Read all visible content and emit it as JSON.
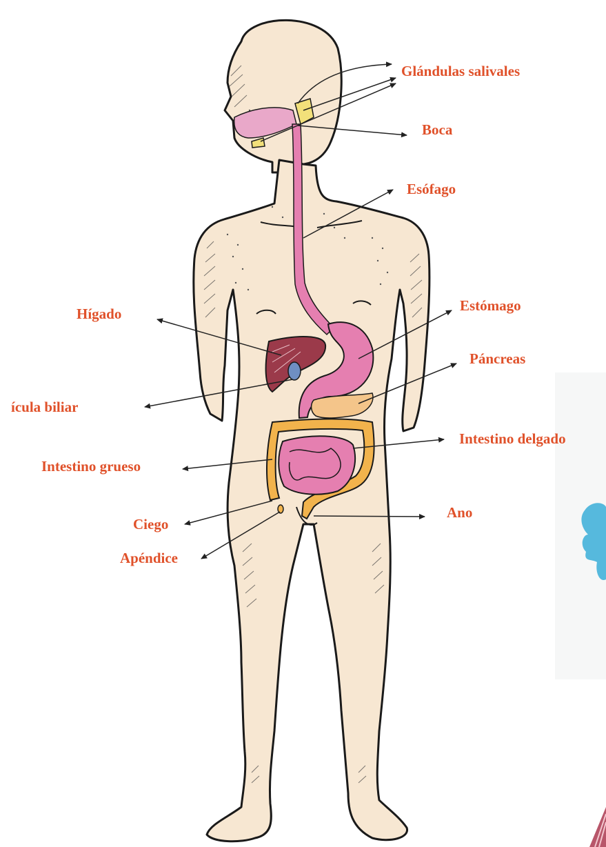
{
  "colors": {
    "label": "#e0512a",
    "skin": "#f7e7d2",
    "outline": "#1a1a1a",
    "digestive_pink": "#e57fb0",
    "liver": "#9b3a4a",
    "large_intestine": "#f2b34c",
    "pancreas": "#f4c58a",
    "salivary_gland": "#f2e07a",
    "gallbladder": "#6f8fc2",
    "arrow": "#222222"
  },
  "labels": [
    {
      "id": "glandulas-salivales",
      "text": "Glándulas salivales"
    },
    {
      "id": "boca",
      "text": "Boca"
    },
    {
      "id": "esofago",
      "text": "Esófago"
    },
    {
      "id": "estomago",
      "text": "Estómago"
    },
    {
      "id": "pancreas",
      "text": "Páncreas"
    },
    {
      "id": "intestino-delgado",
      "text": "Intestino delgado"
    },
    {
      "id": "ano",
      "text": "Ano"
    },
    {
      "id": "higado",
      "text": "Hígado"
    },
    {
      "id": "vesicula-biliar",
      "text": "ícula biliar"
    },
    {
      "id": "intestino-grueso",
      "text": "Intestino grueso"
    },
    {
      "id": "ciego",
      "text": "Ciego"
    },
    {
      "id": "apendice",
      "text": "Apéndice"
    }
  ]
}
